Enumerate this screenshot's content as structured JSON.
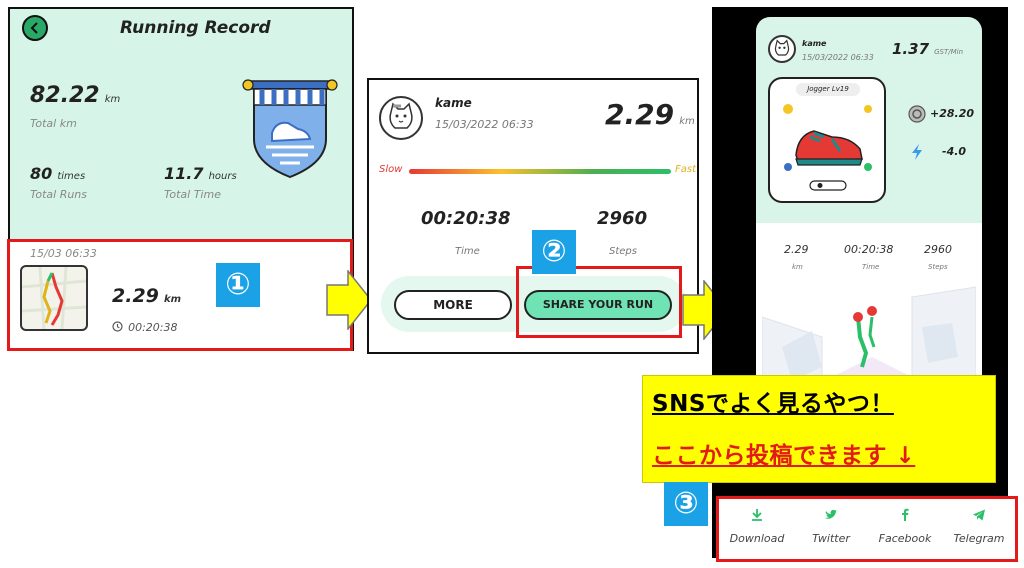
{
  "panel1": {
    "title": "Running Record",
    "total_km": {
      "value": "82.22",
      "unit": "km",
      "label": "Total km"
    },
    "total_runs": {
      "value": "80",
      "unit": "times",
      "label": "Total Runs"
    },
    "total_time": {
      "value": "11.7",
      "unit": "hours",
      "label": "Total Time"
    },
    "record": {
      "date": "15/03 06:33",
      "distance": "2.29",
      "unit": "km",
      "duration": "00:20:38"
    }
  },
  "badges": {
    "one": "①",
    "two": "②",
    "three": "③"
  },
  "panel2": {
    "username": "kame",
    "datetime": "15/03/2022 06:33",
    "distance": "2.29",
    "unit": "km",
    "speed_slow": "Slow",
    "speed_fast": "Fast",
    "time_value": "00:20:38",
    "time_label": "Time",
    "steps_value": "2960",
    "steps_label": "Steps",
    "more_label": "MORE",
    "share_label": "SHARE YOUR RUN"
  },
  "panel3": {
    "username": "kame",
    "datetime": "15/03/2022 06:33",
    "gst_value": "1.37",
    "gst_unit": "GST/Min",
    "shoe_tag": "Jogger Lv19",
    "reward_value": "+28.20",
    "energy_value": "-4.0",
    "stats": [
      {
        "value": "2.29",
        "label": "km"
      },
      {
        "value": "00:20:38",
        "label": "Time"
      },
      {
        "value": "2960",
        "label": "Steps"
      }
    ]
  },
  "note": {
    "line1": "SNSでよく見るやつ！",
    "line2": "ここから投稿できます ↓"
  },
  "share": {
    "items": [
      {
        "icon": "download-icon",
        "label": "Download"
      },
      {
        "icon": "twitter-icon",
        "label": "Twitter"
      },
      {
        "icon": "facebook-icon",
        "label": "Facebook"
      },
      {
        "icon": "telegram-icon",
        "label": "Telegram"
      }
    ]
  },
  "colors": {
    "mint": "#d6f5e8",
    "accent_green": "#6fe3b4",
    "highlight_red": "#e21a1a",
    "badge_blue": "#1ba1e6",
    "note_yellow": "#ffff00"
  }
}
